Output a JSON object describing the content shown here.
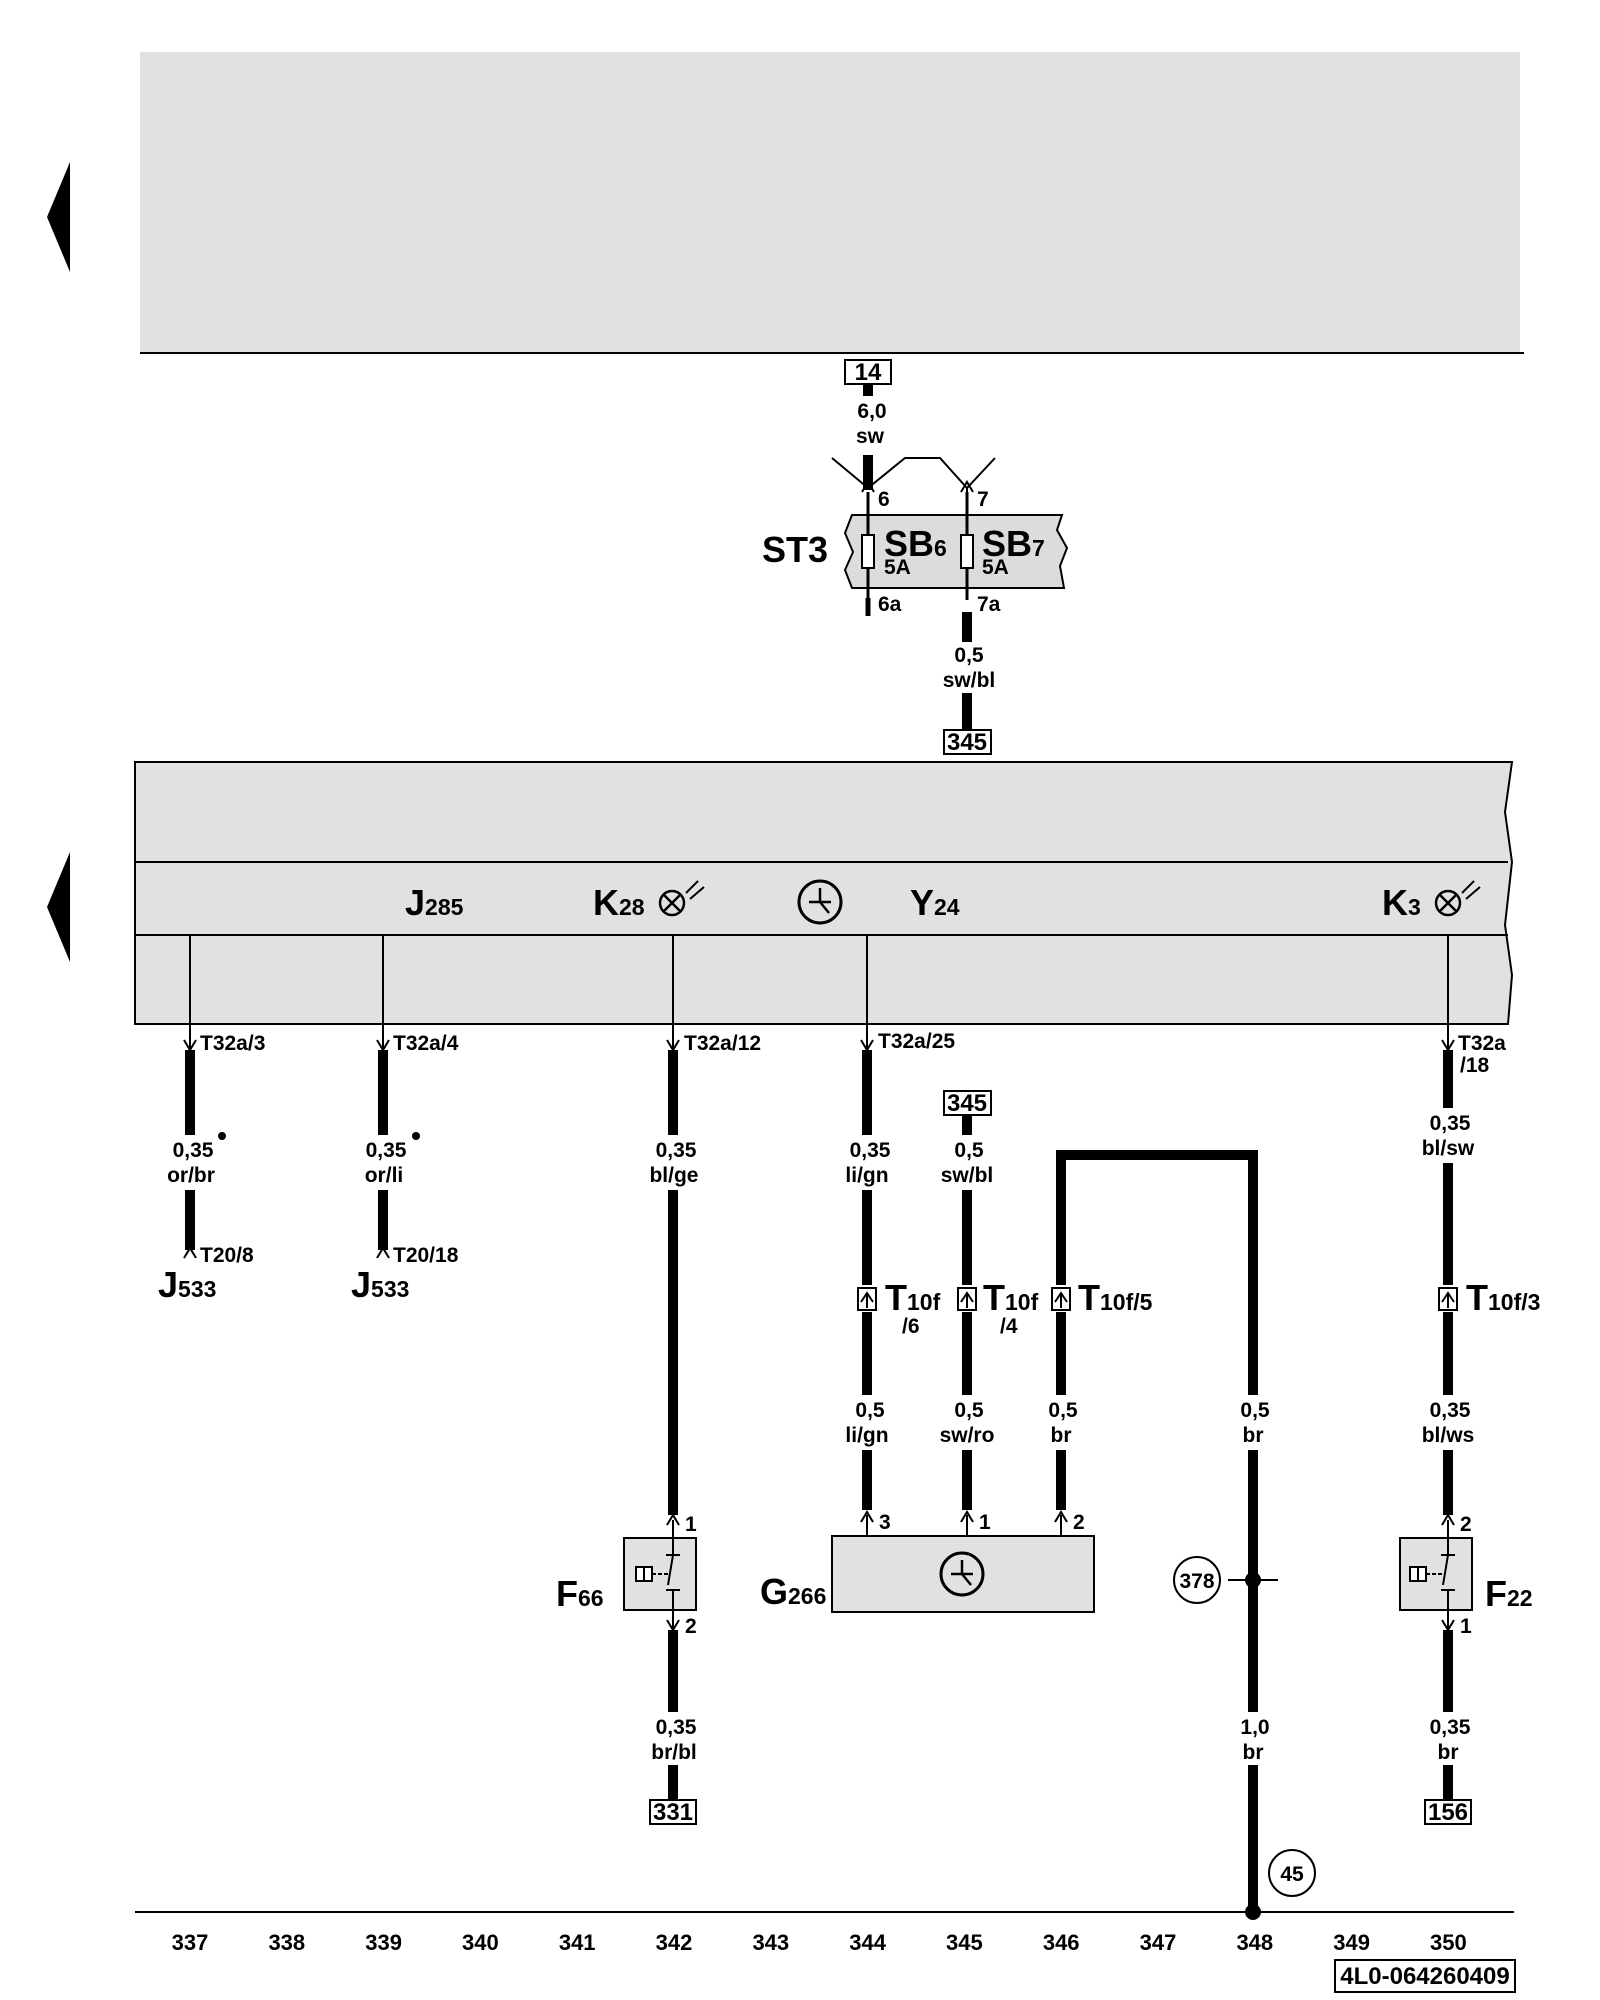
{
  "top_module": {
    "connector_box": "14",
    "wire_size": "6,0",
    "wire_color": "sw"
  },
  "fuse_holder": {
    "name": "ST3",
    "fuses": [
      {
        "base": "SB",
        "sub": "6",
        "rating": "5A",
        "pin_in": "6",
        "pin_out": "6a"
      },
      {
        "base": "SB",
        "sub": "7",
        "rating": "5A",
        "pin_in": "7",
        "pin_out": "7a"
      }
    ],
    "out_wire_size": "0,5",
    "out_wire_color": "sw/bl",
    "out_ref_box": "345"
  },
  "control_unit": {
    "components": [
      {
        "base": "J",
        "sub": "285"
      },
      {
        "base": "K",
        "sub": "28"
      },
      {
        "base": "Y",
        "sub": "24"
      },
      {
        "base": "K",
        "sub": "3"
      }
    ]
  },
  "wires": {
    "w1": {
      "pin": "T32a/3",
      "size": "0,35",
      "color": "or/br",
      "end_pin": "T20/8",
      "end_base": "J",
      "end_sub": "533"
    },
    "w2": {
      "pin": "T32a/4",
      "size": "0,35",
      "color": "or/li",
      "end_pin": "T20/18",
      "end_base": "J",
      "end_sub": "533"
    },
    "w3": {
      "pin": "T32a/12",
      "size": "0,35",
      "color": "bl/ge",
      "sw_pin_top": "1",
      "sw_pin_bottom": "2",
      "sw_base": "F",
      "sw_sub": "66",
      "size2": "0,35",
      "color2": "br/bl",
      "ref_box": "331"
    },
    "w4": {
      "pin": "T32a/25",
      "size": "0,35",
      "color": "li/gn",
      "conn_base": "T",
      "conn_sub": "10f",
      "conn_pin": "/6",
      "size2": "0,5",
      "color2": "li/gn",
      "g_pin": "3"
    },
    "w5": {
      "ref_box": "345",
      "size": "0,5",
      "color": "sw/bl",
      "conn_base": "T",
      "conn_sub": "10f",
      "conn_pin": "/4",
      "size2": "0,5",
      "color2": "sw/ro",
      "g_pin": "1"
    },
    "w6": {
      "conn_base": "T",
      "conn_sub": "10f/5",
      "size2": "0,5",
      "color2": "br",
      "g_pin": "2"
    },
    "w7": {
      "size": "0,5",
      "color": "br",
      "junction": "378",
      "size2": "1,0",
      "color2": "br",
      "ground": "45"
    },
    "w8": {
      "pin_a": "T32a",
      "pin_b": "/18",
      "size": "0,35",
      "color": "bl/sw",
      "conn_base": "T",
      "conn_sub": "10f/3",
      "size2": "0,35",
      "color2": "bl/ws",
      "sw_pin_top": "2",
      "sw_pin_bottom": "1",
      "sw_base": "F",
      "sw_sub": "22",
      "size3": "0,35",
      "color3": "br",
      "ref_box": "156"
    }
  },
  "sender": {
    "base": "G",
    "sub": "266"
  },
  "ruler": [
    "337",
    "338",
    "339",
    "340",
    "341",
    "342",
    "343",
    "344",
    "345",
    "346",
    "347",
    "348",
    "349",
    "350"
  ],
  "doc_number": "4L0-064260409"
}
